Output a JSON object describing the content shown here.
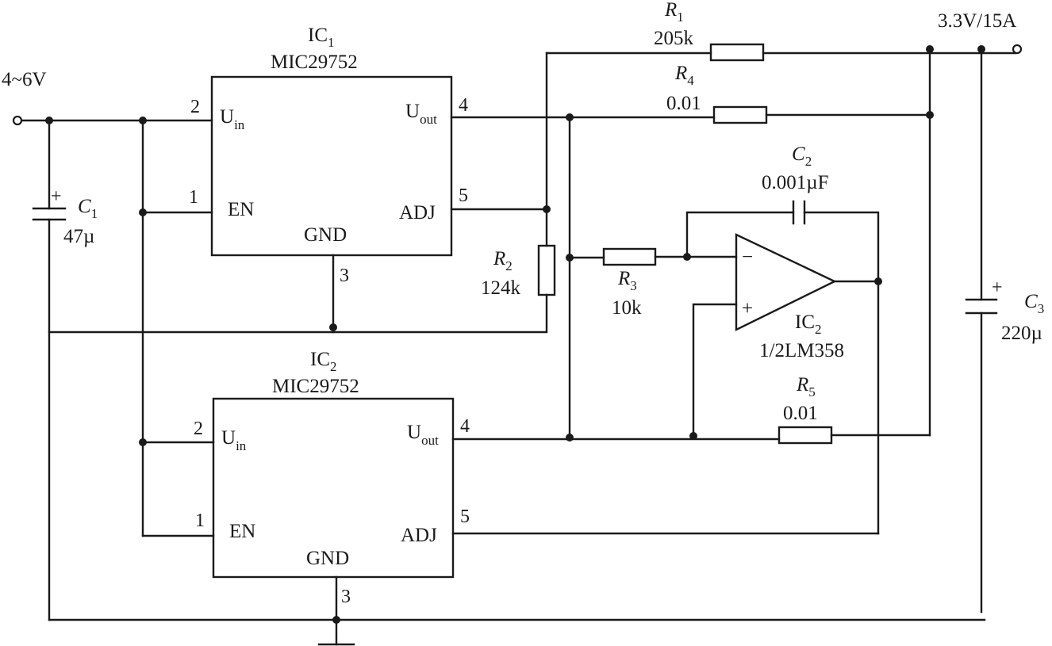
{
  "input": {
    "label": "4~6V"
  },
  "output": {
    "label": "3.3V/15A"
  },
  "ic1": {
    "ref": "IC",
    "ref_sub": "1",
    "part": "MIC29752",
    "pin_uin": "U",
    "pin_uin_sub": "in",
    "pin_en": "EN",
    "pin_gnd": "GND",
    "pin_uout": "U",
    "pin_uout_sub": "out",
    "pin_adj": "ADJ",
    "num_uin": "2",
    "num_en": "1",
    "num_gnd": "3",
    "num_uout": "4",
    "num_adj": "5"
  },
  "ic2": {
    "ref": "IC",
    "ref_sub": "2",
    "part": "MIC29752",
    "pin_uin": "U",
    "pin_uin_sub": "in",
    "pin_en": "EN",
    "pin_gnd": "GND",
    "pin_uout": "U",
    "pin_uout_sub": "out",
    "pin_adj": "ADJ",
    "num_uin": "2",
    "num_en": "1",
    "num_gnd": "3",
    "num_uout": "4",
    "num_adj": "5"
  },
  "opamp": {
    "ref": "IC",
    "ref_sub": "2",
    "part": "1/2LM358",
    "minus": "−",
    "plus": "+"
  },
  "r1": {
    "ref": "R",
    "ref_sub": "1",
    "value": "205k"
  },
  "r2": {
    "ref": "R",
    "ref_sub": "2",
    "value": "124k"
  },
  "r3": {
    "ref": "R",
    "ref_sub": "3",
    "value": "10k"
  },
  "r4": {
    "ref": "R",
    "ref_sub": "4",
    "value": "0.01"
  },
  "r5": {
    "ref": "R",
    "ref_sub": "5",
    "value": "0.01"
  },
  "c1": {
    "ref": "C",
    "ref_sub": "1",
    "value": "47µ",
    "polarity": "+"
  },
  "c2": {
    "ref": "C",
    "ref_sub": "2",
    "value": "0.001µF"
  },
  "c3": {
    "ref": "C",
    "ref_sub": "3",
    "value": "220µ",
    "polarity": "+"
  }
}
